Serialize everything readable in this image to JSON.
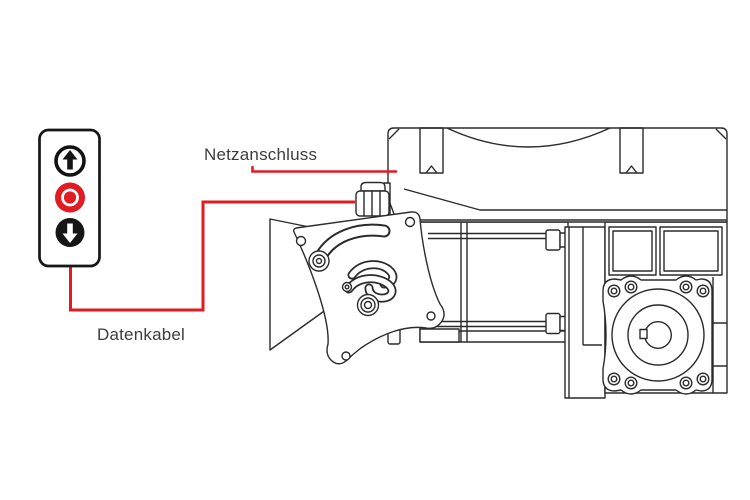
{
  "colors": {
    "background": "#ffffff",
    "accent_red": "#e01b22",
    "line_art": "#2b2b2b",
    "label_text": "#3d3d3d"
  },
  "labels": {
    "power_connection": "Netzanschluss",
    "data_cable": "Datenkabel"
  },
  "control_switch": {
    "buttons": [
      {
        "id": "open",
        "icon": "up-arrow-icon",
        "glyph": "↑",
        "style": "white"
      },
      {
        "id": "stop",
        "icon": "stop-ring-icon",
        "glyph": "○",
        "style": "red"
      },
      {
        "id": "close",
        "icon": "down-arrow-icon",
        "glyph": "↓",
        "style": "black"
      }
    ]
  }
}
